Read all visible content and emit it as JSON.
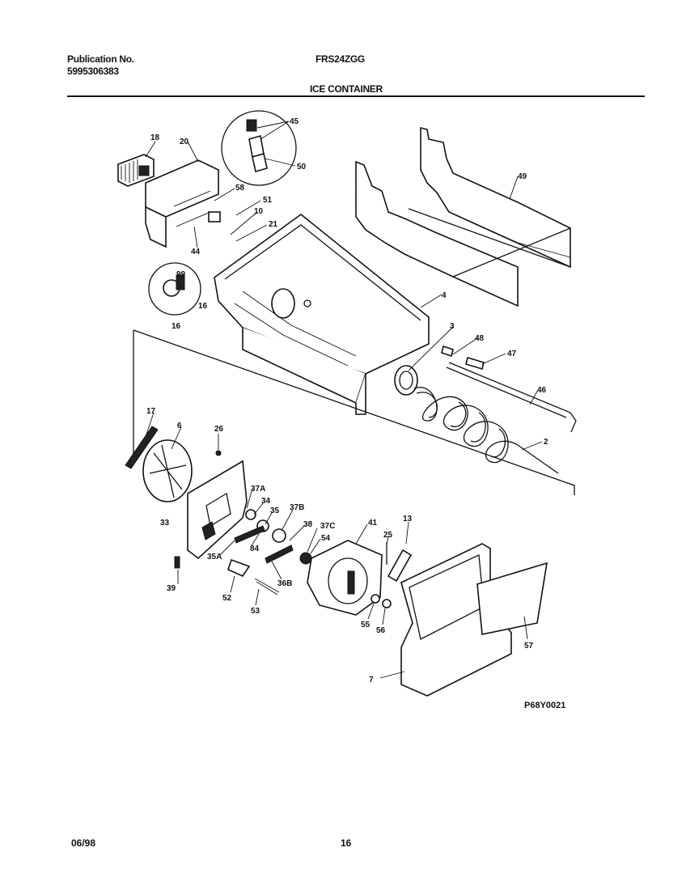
{
  "header": {
    "publication_label": "Publication No.",
    "publication_number": "5995306383",
    "model": "FRS24ZGG",
    "section_title": "ICE CONTAINER"
  },
  "callouts": {
    "c18": "18",
    "c20": "20",
    "c45": "45",
    "c50": "50",
    "c49": "49",
    "c58": "58",
    "c51": "51",
    "c10": "10",
    "c21": "21",
    "c44": "44",
    "c4": "4",
    "c99": "99",
    "c16a": "16",
    "c16b": "16",
    "c3": "3",
    "c48": "48",
    "c47": "47",
    "c46": "46",
    "c2": "2",
    "c17": "17",
    "c6": "6",
    "c26": "26",
    "c37A": "37A",
    "c34": "34",
    "c35": "35",
    "c37B": "37B",
    "c33": "33",
    "c38": "38",
    "c37C": "37C",
    "c54": "54",
    "c41": "41",
    "c25": "25",
    "c13": "13",
    "c35A": "35A",
    "c84": "84",
    "c39": "39",
    "c52": "52",
    "c36B": "36B",
    "c53": "53",
    "c55": "55",
    "c56": "56",
    "c57": "57",
    "c7": "7"
  },
  "drawing_code": "P68Y0021",
  "footer": {
    "date": "06/98",
    "page": "16"
  }
}
